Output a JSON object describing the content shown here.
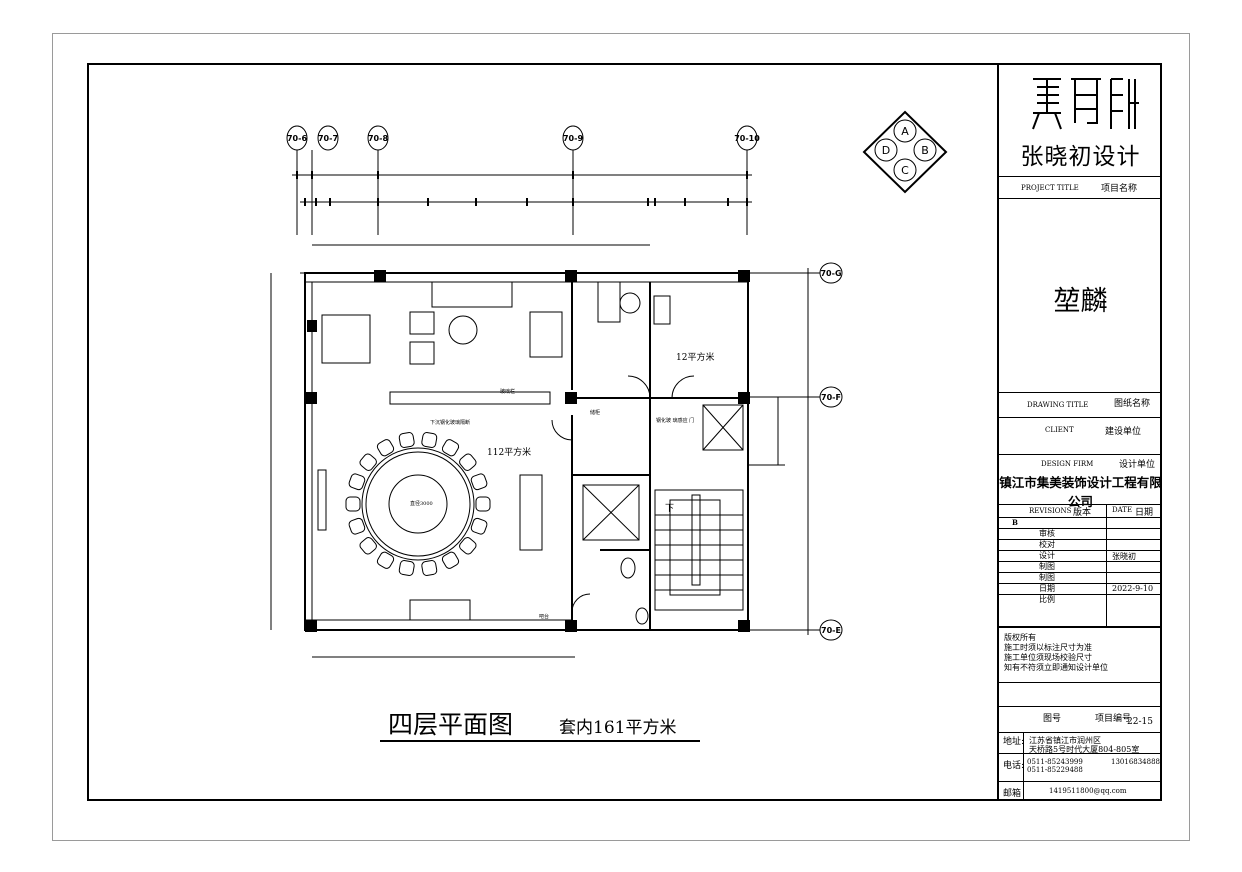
{
  "drawing": {
    "title": "四层平面图",
    "subtitle": "套内161平方米",
    "axis_labels": [
      "70-6",
      "70-7",
      "70-8",
      "70-9",
      "70-10",
      "70-G",
      "70-F",
      "70-E"
    ],
    "compass": [
      "A",
      "B",
      "C",
      "D"
    ],
    "room_labels": {
      "area_main": "112平方米",
      "area_small": "12平方米",
      "down": "下",
      "bar": "吧台",
      "stairs_note": "钢化玻\n璃感应\n门",
      "beam_note": "下沉钢化玻璃隔断",
      "rail": "玻璃栏",
      "round_table": "直径3000",
      "cabinet": "储柜"
    }
  },
  "titleblock": {
    "logo_text": "张晓初设计",
    "project_title_en": "PROJECT TITLE",
    "project_title_cn": "项目名称",
    "project_name": "堃麟",
    "drawing_title_en": "DRAWING TITLE",
    "drawing_title_cn": "图纸名称",
    "client_en": "CLIENT",
    "client_cn": "建设单位",
    "design_firm_en": "DESIGN FIRM",
    "design_firm_cn": "设计单位",
    "firm_name": "镇江市集美装饰设计工程有限公司",
    "revisions_en": "REVISIONS",
    "revisions_cn": "版本",
    "date_en": "DATE",
    "date_cn": "日期",
    "revision_letter": "B",
    "rows": [
      {
        "label": "审核",
        "value": ""
      },
      {
        "label": "校对",
        "value": ""
      },
      {
        "label": "设计",
        "value": "张晓初"
      },
      {
        "label": "制图",
        "value": ""
      },
      {
        "label": "制图",
        "value": ""
      },
      {
        "label": "日期",
        "value": "2022-9-10"
      },
      {
        "label": "比例",
        "value": ""
      }
    ],
    "copyright": "版权所有",
    "notes": [
      "施工时须以标注尺寸为准",
      "施工单位须现场校验尺寸",
      "知有不符须立即通知设计单位"
    ],
    "drawing_no_cn": "图号",
    "project_no_cn": "项目编号",
    "project_no": "22-15",
    "address_label": "地址:",
    "address_lines": [
      "江苏省镇江市润州区",
      "天桥路5号时代大厦804-805室"
    ],
    "phone_label": "电话:",
    "phones": [
      "0511-85243999",
      "0511-85229488"
    ],
    "mobile": "13016834888",
    "email_label": "邮箱",
    "email": "1419511800@qq.com"
  }
}
